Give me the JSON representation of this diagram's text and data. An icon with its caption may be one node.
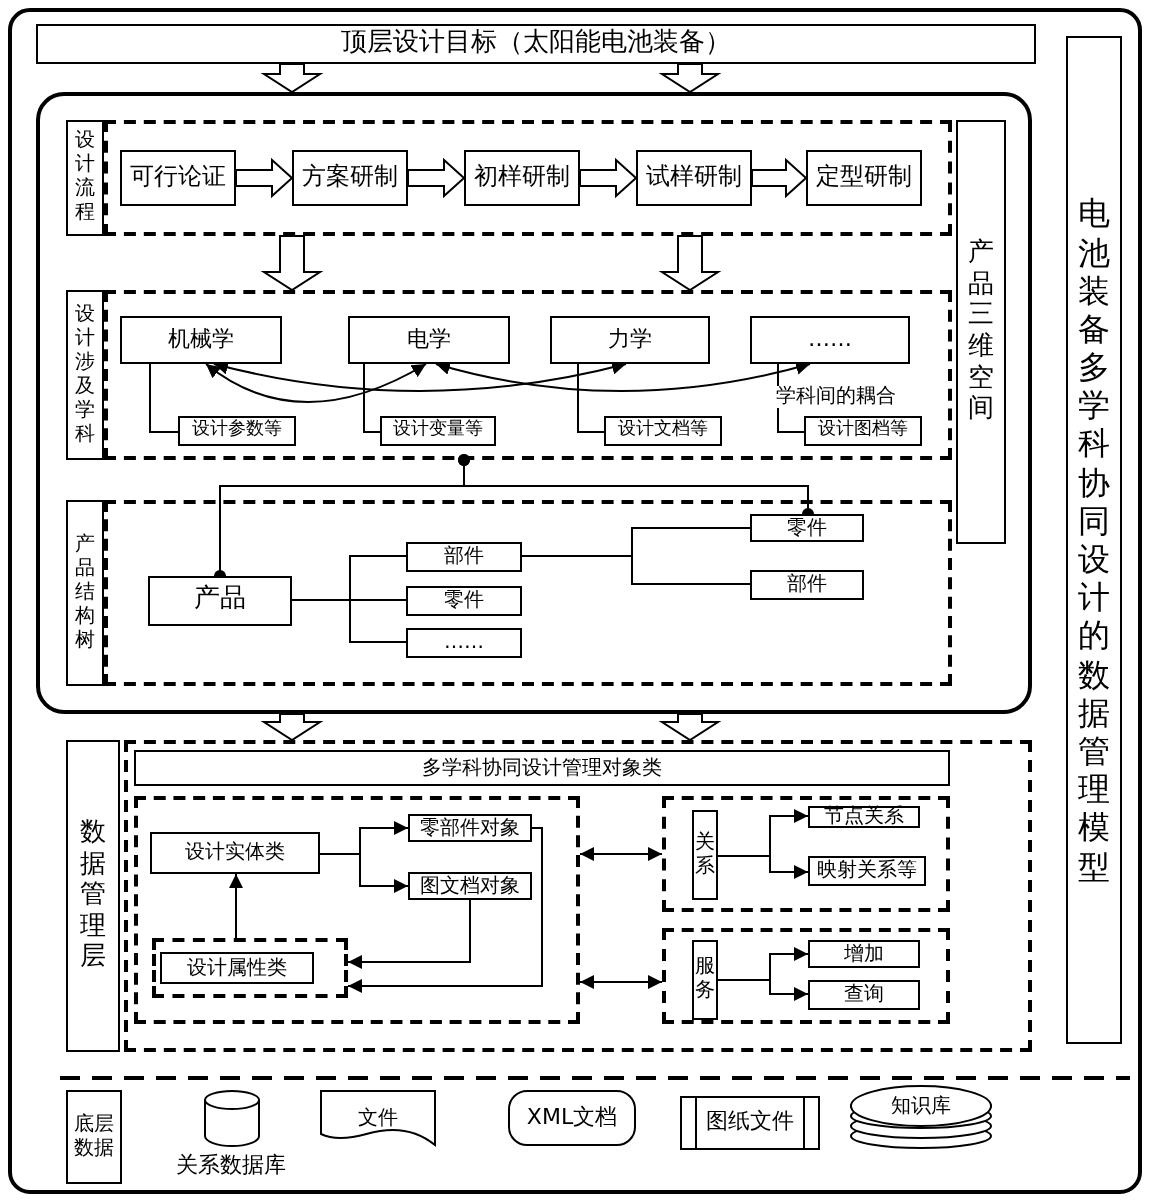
{
  "diagram": {
    "nodes": [
      {
        "text": [
          "顶层设计目标（太阳能电池装备）"
        ]
      },
      {
        "text": [
          "电池装备多学科协同设计的数据管理模型"
        ]
      },
      {
        "text": [],
        "shape": "box"
      },
      {
        "text": [
          "产品三维空间"
        ],
        "in": 2
      },
      {
        "text": [
          "设计流程"
        ],
        "in": 2
      },
      {
        "text": [],
        "shape": "box",
        "in": 2
      },
      {
        "text": [
          "可行论证"
        ],
        "in": 5
      },
      {
        "text": [
          "方案研制"
        ],
        "in": 5
      },
      {
        "text": [
          "初样研制"
        ],
        "in": 5
      },
      {
        "text": [
          "试样研制"
        ],
        "in": 5
      },
      {
        "text": [
          "定型研制"
        ],
        "in": 5
      },
      {
        "text": [
          "设计涉及学科"
        ],
        "in": 2
      },
      {
        "text": [],
        "shape": "box",
        "in": 2
      },
      {
        "text": [
          "机械学"
        ],
        "in": 12
      },
      {
        "text": [
          "电学"
        ],
        "in": 12
      },
      {
        "text": [
          "力学"
        ],
        "in": 12
      },
      {
        "text": [
          "……"
        ],
        "in": 12
      },
      {
        "text": [
          "设计参数等"
        ],
        "in": 12
      },
      {
        "text": [
          "设计变量等"
        ],
        "in": 12
      },
      {
        "text": [
          "设计文档等"
        ],
        "in": 12
      },
      {
        "text": [
          "设计图档等"
        ],
        "in": 12
      },
      {
        "text": [
          "产品结构树"
        ],
        "in": 2
      },
      {
        "text": [],
        "shape": "box",
        "in": 2
      },
      {
        "text": [
          "产品"
        ],
        "in": 22
      },
      {
        "text": [
          "部件"
        ],
        "in": 22
      },
      {
        "text": [
          "零件"
        ],
        "in": 22
      },
      {
        "text": [
          "……"
        ],
        "in": 22
      },
      {
        "text": [
          "零件"
        ],
        "in": 22
      },
      {
        "text": [
          "部件"
        ],
        "in": 22
      },
      {
        "text": [
          "数据管理层"
        ]
      },
      {
        "text": [],
        "shape": "box"
      },
      {
        "text": [
          "多学科协同设计管理对象类"
        ],
        "in": 30
      },
      {
        "text": [],
        "shape": "box",
        "in": 30
      },
      {
        "text": [
          "设计实体类"
        ],
        "in": 32
      },
      {
        "text": [
          "零部件对象"
        ],
        "in": 32
      },
      {
        "text": [
          "图文档对象"
        ],
        "in": 32
      },
      {
        "text": [],
        "shape": "box",
        "in": 32
      },
      {
        "text": [
          "设计属性类"
        ],
        "in": 36
      },
      {
        "text": [],
        "shape": "box",
        "in": 30
      },
      {
        "text": [
          "关系"
        ],
        "in": 38
      },
      {
        "text": [
          "节点关系"
        ],
        "in": 38
      },
      {
        "text": [
          "映射关系等"
        ],
        "in": 38
      },
      {
        "text": [],
        "shape": "box",
        "in": 30
      },
      {
        "text": [
          "服务"
        ],
        "in": 42
      },
      {
        "text": [
          "增加"
        ],
        "in": 42
      },
      {
        "text": [
          "查询"
        ],
        "in": 42
      },
      {
        "text": [
          "底层数据"
        ]
      },
      {
        "text": [],
        "shape": "cylinder",
        "beside": [
          "关系数据库"
        ]
      },
      {
        "text": [
          "文件"
        ]
      },
      {
        "text": [
          "XML文档"
        ]
      },
      {
        "text": [
          "图纸文件"
        ]
      },
      {
        "text": [
          "知识库"
        ]
      }
    ],
    "edges": [
      {
        "from": 0,
        "to": 2,
        "arrow": "to"
      },
      {
        "from": 0,
        "to": 2,
        "arrow": "to"
      },
      {
        "from": 6,
        "to": 7,
        "arrow": "to"
      },
      {
        "from": 7,
        "to": 8,
        "arrow": "to"
      },
      {
        "from": 8,
        "to": 9,
        "arrow": "to"
      },
      {
        "from": 9,
        "to": 10,
        "arrow": "to"
      },
      {
        "from": 5,
        "to": 12,
        "arrow": "to"
      },
      {
        "from": 5,
        "to": 12,
        "arrow": "to"
      },
      {
        "from": 13,
        "to": 17,
        "arrow": "none"
      },
      {
        "from": 14,
        "to": 18,
        "arrow": "none"
      },
      {
        "from": 15,
        "to": 19,
        "arrow": "none"
      },
      {
        "from": 16,
        "to": 20,
        "arrow": "none"
      },
      {
        "from": 13,
        "to": 14,
        "arrow": "both"
      },
      {
        "from": 13,
        "to": 15,
        "arrow": "both"
      },
      {
        "from": 14,
        "to": 16,
        "arrow": "both"
      },
      {
        "from": 12,
        "to": 23,
        "arrow": "other"
      },
      {
        "from": 12,
        "to": 27,
        "arrow": "other"
      },
      {
        "from": 23,
        "to": 24,
        "arrow": "none"
      },
      {
        "from": 23,
        "to": 25,
        "arrow": "none"
      },
      {
        "from": 23,
        "to": 26,
        "arrow": "none"
      },
      {
        "from": 24,
        "to": 27,
        "arrow": "none"
      },
      {
        "from": 24,
        "to": 28,
        "arrow": "none"
      },
      {
        "from": 2,
        "to": 30,
        "arrow": "to"
      },
      {
        "from": 2,
        "to": 30,
        "arrow": "to"
      },
      {
        "from": 33,
        "to": 34,
        "arrow": "to"
      },
      {
        "from": 33,
        "to": 35,
        "arrow": "to"
      },
      {
        "from": 36,
        "to": 33,
        "arrow": "to"
      },
      {
        "from": 35,
        "to": 36,
        "arrow": "to"
      },
      {
        "from": 34,
        "to": 36,
        "arrow": "to"
      },
      {
        "from": 32,
        "to": 38,
        "arrow": "both"
      },
      {
        "from": 32,
        "to": 42,
        "arrow": "both"
      },
      {
        "from": 39,
        "to": 40,
        "arrow": "to"
      },
      {
        "from": 39,
        "to": 41,
        "arrow": "to"
      },
      {
        "from": 43,
        "to": 44,
        "arrow": "to"
      },
      {
        "from": 43,
        "to": 45,
        "arrow": "to"
      }
    ],
    "labels": [
      "学科间的耦合"
    ]
  }
}
